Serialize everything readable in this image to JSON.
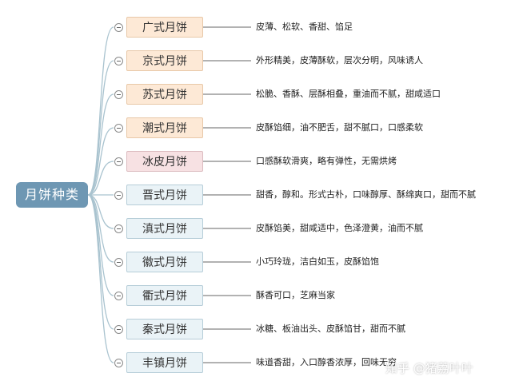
{
  "root": {
    "label": "月饼种类"
  },
  "branches": [
    {
      "label": "广式月饼",
      "desc": "皮薄、松软、香甜、馅足",
      "tone": "warm"
    },
    {
      "label": "京式月饼",
      "desc": "外形精美，皮薄酥软，层次分明，风味诱人",
      "tone": "warm"
    },
    {
      "label": "苏式月饼",
      "desc": "松脆、香酥、层酥相叠，重油而不腻，甜咸适口",
      "tone": "warm"
    },
    {
      "label": "潮式月饼",
      "desc": "皮酥馅细，油不肥舌，甜不腻口，口感柔软",
      "tone": "warm"
    },
    {
      "label": "冰皮月饼",
      "desc": "口感酥软滑爽，略有弹性，无需烘烤",
      "tone": "pink"
    },
    {
      "label": "晋式月饼",
      "desc": "甜香，醇和。形式古朴，口味醇厚、酥绵爽口，甜而不腻",
      "tone": "cool"
    },
    {
      "label": "滇式月饼",
      "desc": "皮酥馅美，甜咸适中，色泽澄黄，油而不腻",
      "tone": "cool"
    },
    {
      "label": "徽式月饼",
      "desc": "小巧玲珑，洁白如玉，皮酥馅饱",
      "tone": "cool"
    },
    {
      "label": "衢式月饼",
      "desc": "酥香可口，芝麻当家",
      "tone": "cool"
    },
    {
      "label": "秦式月饼",
      "desc": "冰糖、板油出头、皮酥馅甘，甜而不腻",
      "tone": "cool"
    },
    {
      "label": "丰镇月饼",
      "desc": "味道香甜，入口醇香浓厚，回味无穷",
      "tone": "cool"
    }
  ],
  "watermark": "知乎 @猪荔叶叶",
  "colors": {
    "root": "#6e97b3",
    "connector": "#a9c3cf",
    "warm": "#fde9d6",
    "pink": "#f7e1e3",
    "cool": "#eaf3f7"
  }
}
